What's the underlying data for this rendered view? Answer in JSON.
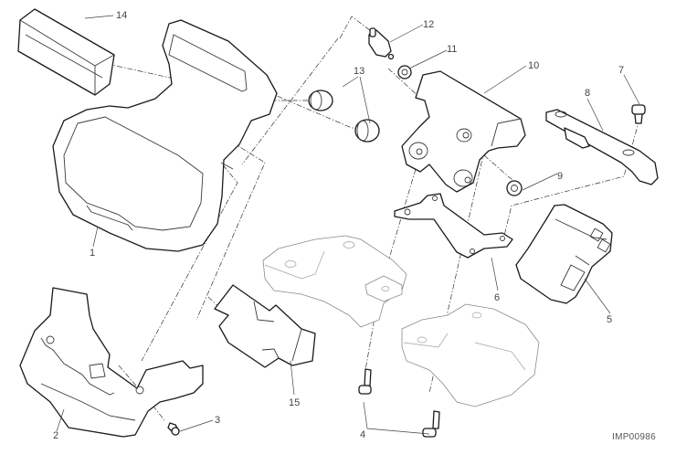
{
  "diagram": {
    "reference_code": "IMP00986",
    "callouts": [
      {
        "number": "1"
      },
      {
        "number": "2"
      },
      {
        "number": "3"
      },
      {
        "number": "4"
      },
      {
        "number": "5"
      },
      {
        "number": "6"
      },
      {
        "number": "7"
      },
      {
        "number": "8"
      },
      {
        "number": "9"
      },
      {
        "number": "10"
      },
      {
        "number": "11"
      },
      {
        "number": "12"
      },
      {
        "number": "13"
      },
      {
        "number": "14"
      },
      {
        "number": "15"
      }
    ]
  }
}
